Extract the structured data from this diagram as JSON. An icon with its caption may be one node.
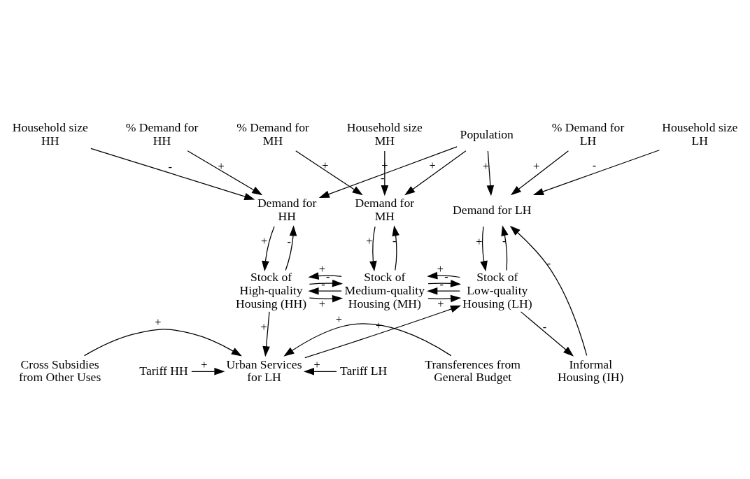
{
  "diagram": {
    "nodes": [
      {
        "text": [
          "Population"
        ]
      },
      {
        "text": [
          "Household size HH"
        ]
      },
      {
        "text": [
          "% Demand for HH"
        ]
      },
      {
        "text": [
          "Demand for HH"
        ]
      },
      {
        "text": [
          "% Demand for MH"
        ]
      },
      {
        "text": [
          "Household size MH"
        ]
      },
      {
        "text": [
          "Demand for MH"
        ]
      },
      {
        "text": [
          "% Demand for LH"
        ]
      },
      {
        "text": [
          "Household size LH"
        ]
      },
      {
        "text": [
          "Demand for LH"
        ]
      },
      {
        "text": [
          "Stock of High-quality Housing (HH)"
        ]
      },
      {
        "text": [
          "Stock of Medium-quality Housing (MH)"
        ]
      },
      {
        "text": [
          "Stock of Low-quality Housing (LH)"
        ]
      },
      {
        "text": [
          "Cross Subsidies from Other Uses"
        ]
      },
      {
        "text": [
          "Tariff HH"
        ]
      },
      {
        "text": [
          "Tariff LH"
        ]
      },
      {
        "text": [
          "Urban Services for LH"
        ]
      },
      {
        "text": [
          "Transferences from General Budget"
        ]
      },
      {
        "text": [
          "Informal Housing (IH)"
        ]
      }
    ],
    "edges": [
      {
        "from": 0,
        "to": 3,
        "arrow": "to",
        "label": "+"
      },
      {
        "from": 0,
        "to": 6,
        "arrow": "to",
        "label": "+"
      },
      {
        "from": 0,
        "to": 9,
        "arrow": "to",
        "label": "+"
      },
      {
        "from": 1,
        "to": 3,
        "arrow": "to",
        "label": "-"
      },
      {
        "from": 2,
        "to": 3,
        "arrow": "to",
        "label": "+"
      },
      {
        "from": 4,
        "to": 6,
        "arrow": "to",
        "label": "+"
      },
      {
        "from": 5,
        "to": 6,
        "arrow": "to",
        "label": "-"
      },
      {
        "from": 7,
        "to": 9,
        "arrow": "to",
        "label": "+"
      },
      {
        "from": 8,
        "to": 9,
        "arrow": "to",
        "label": "-"
      },
      {
        "from": 10,
        "to": 3,
        "arrow": "to",
        "label": "-"
      },
      {
        "from": 3,
        "to": 10,
        "arrow": "to",
        "label": "+"
      },
      {
        "from": 11,
        "to": 6,
        "arrow": "to",
        "label": "-"
      },
      {
        "from": 6,
        "to": 11,
        "arrow": "to",
        "label": "+"
      },
      {
        "from": 12,
        "to": 9,
        "arrow": "to",
        "label": "-"
      },
      {
        "from": 9,
        "to": 12,
        "arrow": "to",
        "label": "+"
      },
      {
        "from": 10,
        "to": 11,
        "arrow": "to",
        "label": "+"
      },
      {
        "from": 11,
        "to": 10,
        "arrow": "to",
        "label": "-"
      },
      {
        "from": 10,
        "to": 11,
        "arrow": "to",
        "label": "-"
      },
      {
        "from": 11,
        "to": 10,
        "arrow": "to",
        "label": "+"
      },
      {
        "from": 11,
        "to": 12,
        "arrow": "to",
        "label": "+"
      },
      {
        "from": 12,
        "to": 11,
        "arrow": "to",
        "label": "-"
      },
      {
        "from": 11,
        "to": 12,
        "arrow": "to",
        "label": "-"
      },
      {
        "from": 12,
        "to": 11,
        "arrow": "to",
        "label": "+"
      },
      {
        "from": 10,
        "to": 16,
        "arrow": "to",
        "label": "+"
      },
      {
        "from": 13,
        "to": 16,
        "arrow": "to",
        "label": "+"
      },
      {
        "from": 14,
        "to": 16,
        "arrow": "to",
        "label": "+"
      },
      {
        "from": 15,
        "to": 16,
        "arrow": "to",
        "label": "+"
      },
      {
        "from": 17,
        "to": 16,
        "arrow": "to",
        "label": "+"
      },
      {
        "from": 16,
        "to": 12,
        "arrow": "to",
        "label": "+"
      },
      {
        "from": 12,
        "to": 18,
        "arrow": "to",
        "label": "-"
      },
      {
        "from": 18,
        "to": 9,
        "arrow": "to",
        "label": "-"
      }
    ]
  }
}
